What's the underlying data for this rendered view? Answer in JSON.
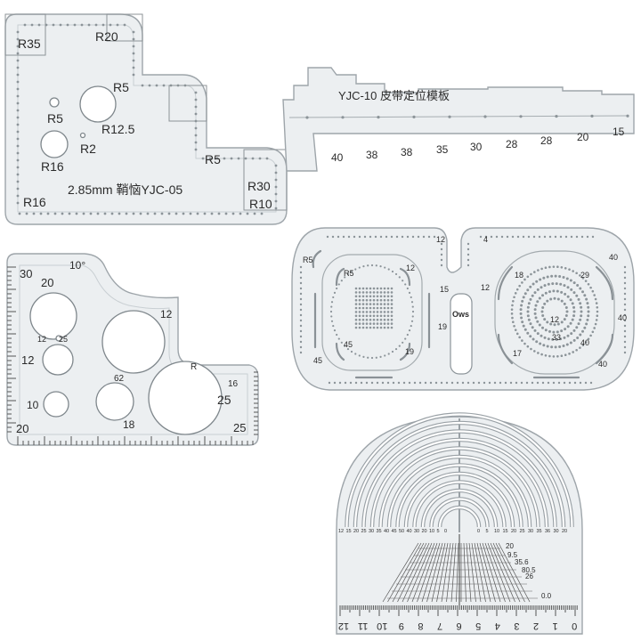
{
  "tool1": {
    "labels": [
      "R35",
      "R20",
      "R5",
      "R5",
      "R12.5",
      "R2",
      "R16",
      "R5",
      "R30",
      "R10",
      "R16"
    ],
    "caption": "2.85mm 鞘恼YJC-05"
  },
  "tool2": {
    "title": "YJC-10 皮带定位模板",
    "numbers": [
      "40",
      "38",
      "38",
      "35",
      "30",
      "28",
      "28",
      "20",
      "15"
    ]
  },
  "tool3": {
    "labels": [
      "30",
      "10°",
      "20",
      "12",
      "12",
      "12",
      "25",
      "62",
      "R",
      "10",
      "16",
      "25",
      "18",
      "20",
      "25"
    ]
  },
  "tool4": {
    "labels": [
      "R5",
      "R5",
      "12",
      "12",
      "15",
      "4",
      "12",
      "45",
      "19",
      "19",
      "45",
      "18",
      "29",
      "12",
      "33",
      "40",
      "40",
      "40",
      "17",
      "40"
    ],
    "brand": "Ows"
  },
  "tool5": {
    "tick_numbers": [
      "12",
      "11",
      "10",
      "9",
      "8",
      "7",
      "6",
      "5",
      "4",
      "3",
      "2",
      "1",
      "0"
    ],
    "scale_left": [
      "12",
      "15",
      "20",
      "25",
      "30",
      "35",
      "40",
      "45",
      "50",
      "40",
      "30",
      "20",
      "10",
      "5",
      "0"
    ],
    "scale_right": [
      "0",
      "5",
      "10",
      "15",
      "20",
      "25",
      "30",
      "35",
      "36",
      "30",
      "20"
    ],
    "side_values": [
      "20",
      "9.5",
      "35.6",
      "80.5",
      "26",
      "0.0"
    ]
  }
}
